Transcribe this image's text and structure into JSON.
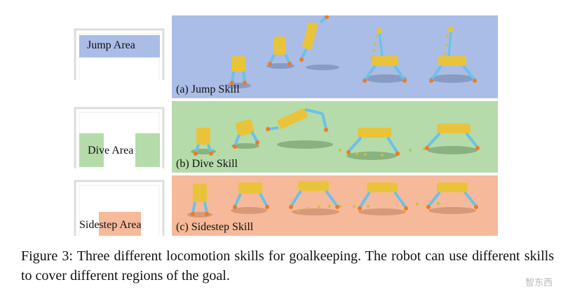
{
  "figure": {
    "caption": "Figure 3: Three different locomotion skills for goalkeeping. The robot can use different skills to cover different regions of the goal.",
    "watermark": "智东西"
  },
  "rows": [
    {
      "id": "jump",
      "area_label": "Jump Area",
      "area_color": "#a9bde7",
      "panel_color": "#a9bde7",
      "panel_caption": "(a) Jump Skill"
    },
    {
      "id": "dive",
      "area_label": "Dive Area",
      "area_color": "#b5dbaa",
      "panel_color": "#b5dbaa",
      "panel_caption": "(b) Dive Skill"
    },
    {
      "id": "sidestep",
      "area_label": "Sidestep Area",
      "area_color": "#f6b99a",
      "panel_color": "#f6b99a",
      "panel_caption": "(c) Sidestep Skill"
    }
  ],
  "colors": {
    "robot_body": "#e9c43a",
    "robot_legs": "#6cc1e8",
    "robot_feet": "#f07a22",
    "trajectory": "#c8c04a",
    "goal_frame": "#dcdcdc"
  }
}
